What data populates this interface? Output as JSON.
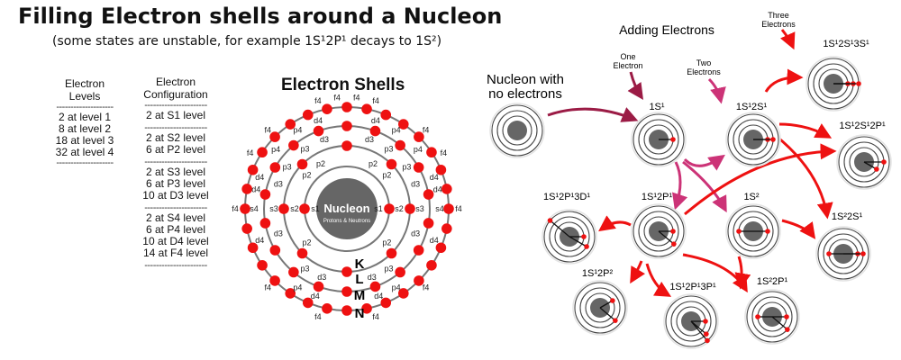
{
  "header": {
    "title": "Filling Electron shells around a Nucleon",
    "subtitle": "(some states are unstable, for example 1S¹2P¹ decays to 1S²)"
  },
  "levels_table": {
    "heading_line1": "Electron",
    "heading_line2": "Levels",
    "rows": [
      "2 at level 1",
      "8 at level 2",
      "18 at level 3",
      "32 at level 4"
    ]
  },
  "config_table": {
    "heading_line1": "Electron",
    "heading_line2": "Configuration",
    "groups": [
      [
        "2 at S1 level"
      ],
      [
        "2 at S2 level",
        "6 at P2 level"
      ],
      [
        "2 at S3 level",
        "6 at P3 level",
        "10 at D3 level"
      ],
      [
        "2 at S4 level",
        "6 at P4 level",
        "10 at D4 level",
        "14 at F4 level"
      ]
    ]
  },
  "shells_diagram": {
    "title": "Electron Shells",
    "nucleus_label": "Nucleon",
    "nucleus_sublabel": "Protons & Neutrons",
    "shell_letters": [
      "K",
      "L",
      "M",
      "N"
    ],
    "orbital_labels": {
      "s1": "s1",
      "s2": "s2",
      "s3": "s3",
      "s4": "s4",
      "p2": "p2",
      "p3": "p3",
      "p4": "p4",
      "d3": "d3",
      "d4": "d4",
      "f4": "f4"
    },
    "electron_color": "#ee1111",
    "nucleus_color": "#666666"
  },
  "progression": {
    "title": "Adding Electrons",
    "start_label_line1": "Nucleon with",
    "start_label_line2": "no electrons",
    "notes": {
      "one_line1": "One",
      "one_line2": "Electron",
      "two_line1": "Two",
      "two_line2": "Electrons",
      "three_line1": "Three",
      "three_line2": "Electrons"
    },
    "states": {
      "s1": "1S¹",
      "s1s1": "1S¹2S¹",
      "s1s1s1": "1S¹2S¹3S¹",
      "s1s2p1": "1S¹2S¹2P¹",
      "s1p1": "1S¹2P¹",
      "s2": "1S²",
      "s1p1d1": "1S¹2P¹3D¹",
      "s2s1": "1S²2S¹",
      "s1p2": "1S¹2P²",
      "s1p1p1": "1S¹2P¹3P¹",
      "s2p1": "1S²2P¹"
    },
    "arrow_colors": {
      "dark": "#9b1b45",
      "pink": "#cc3377",
      "red": "#ee1111"
    }
  }
}
